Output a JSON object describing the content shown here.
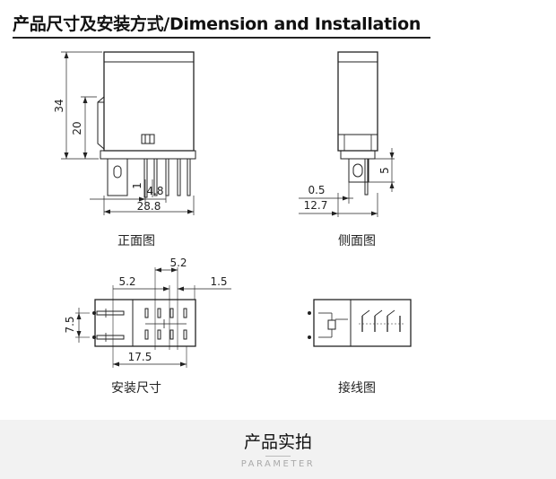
{
  "header": {
    "title": "产品尺寸及安装方式/Dimension and  Installation"
  },
  "front_view": {
    "caption": "正面图",
    "dims": {
      "height_total": "34",
      "height_body": "20",
      "pin_height": "1",
      "pin_pitch": "4.8",
      "width": "28.8"
    }
  },
  "side_view": {
    "caption": "侧面图",
    "dims": {
      "pin_length": "5",
      "pin_thickness": "0.5",
      "depth": "12.7"
    }
  },
  "mount_view": {
    "caption": "安装尺寸",
    "dims": {
      "pitch_a": "5.2",
      "pitch_b": "5.2",
      "pitch_c": "1.5",
      "row_spacing": "7.5",
      "span": "17.5"
    }
  },
  "wiring_view": {
    "caption": "接线图"
  },
  "footer": {
    "title": "产品实拍",
    "subtitle": "PARAMETER"
  }
}
